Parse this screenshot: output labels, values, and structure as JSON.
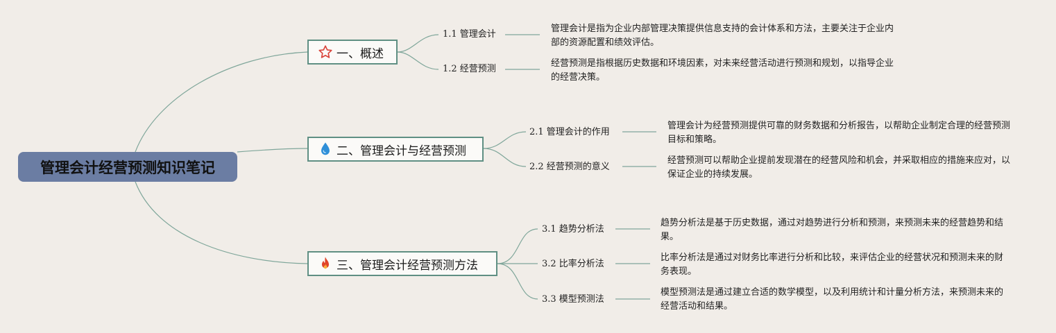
{
  "root": {
    "title": "管理会计经营预测知识笔记"
  },
  "branches": [
    {
      "title": "一、概述",
      "icon": "star-icon",
      "subs": [
        {
          "label": "1.1 管理会计",
          "note": "管理会计是指为企业内部管理决策提供信息支持的会计体系和方法，主要关注于企业内部的资源配置和绩效评估。"
        },
        {
          "label": "1.2 经营预测",
          "note": "经营预测是指根据历史数据和环境因素，对未来经营活动进行预测和规划，以指导企业的经营决策。"
        }
      ]
    },
    {
      "title": "二、管理会计与经营预测",
      "icon": "water-drop-icon",
      "subs": [
        {
          "label": "2.1 管理会计的作用",
          "note": "管理会计为经营预测提供可靠的财务数据和分析报告，以帮助企业制定合理的经营预测目标和策略。"
        },
        {
          "label": "2.2 经营预测的意义",
          "note": "经营预测可以帮助企业提前发现潜在的经营风险和机会，并采取相应的措施来应对，以保证企业的持续发展。"
        }
      ]
    },
    {
      "title": "三、管理会计经营预测方法",
      "icon": "fire-icon",
      "subs": [
        {
          "label": "3.1 趋势分析法",
          "note": "趋势分析法是基于历史数据，通过对趋势进行分析和预测，来预测未来的经营趋势和结果。"
        },
        {
          "label": "3.2 比率分析法",
          "note": "比率分析法是通过对财务比率进行分析和比较，来评估企业的经营状况和预测未来的财务表现。"
        },
        {
          "label": "3.3 模型预测法",
          "note": "模型预测法是通过建立合适的数学模型，以及利用统计和计量分析方法，来预测未来的经营活动和结果。"
        }
      ]
    }
  ],
  "colors": {
    "connector": "#7fa69a",
    "branch_border": "#5f8f83",
    "root_fill": "#6b7da3",
    "star": "#d9433a",
    "drop": "#2f8fd8",
    "fire": "#e0442a"
  }
}
